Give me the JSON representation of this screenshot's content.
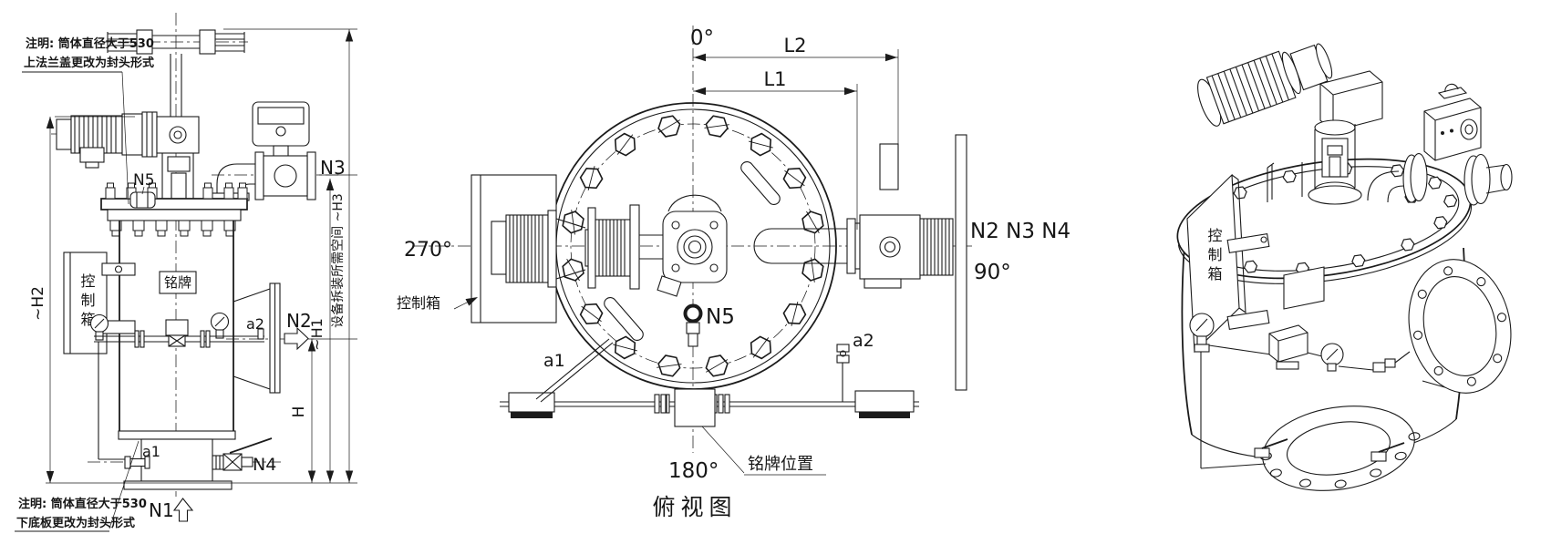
{
  "colors": {
    "line": "#1b1b1b",
    "background": "#ffffff"
  },
  "front_view": {
    "notes": {
      "top_line1": "注明: 筒体直径大于530",
      "top_line2": "上法兰盖更改为封头形式",
      "bottom_line1": "注明: 筒体直径大于530",
      "bottom_line2": "下底板更改为封头形式"
    },
    "control_box": "控制箱",
    "nameplate": "铭牌",
    "labels": {
      "n1": "N1",
      "n2": "N2",
      "n3": "N3",
      "n4": "N4",
      "n5": "N5",
      "a1": "a1",
      "a2": "a2"
    },
    "dims": {
      "h": "H",
      "h1": "~H1",
      "h2": "~H2",
      "service_space_h3": "设备拆装所需空间 ~H3"
    }
  },
  "top_view": {
    "title": "俯视图",
    "angles": {
      "deg0": "0°",
      "deg90": "90°",
      "deg180": "180°",
      "deg270": "270°"
    },
    "dims": {
      "l1": "L1",
      "l2": "L2"
    },
    "labels": {
      "nozzles": "N2 N3 N4",
      "n5": "N5",
      "a1": "a1",
      "a2": "a2"
    },
    "control_box": "控制箱",
    "nameplate_position": "铭牌位置"
  },
  "iso_view": {
    "control_box": "控制箱"
  }
}
